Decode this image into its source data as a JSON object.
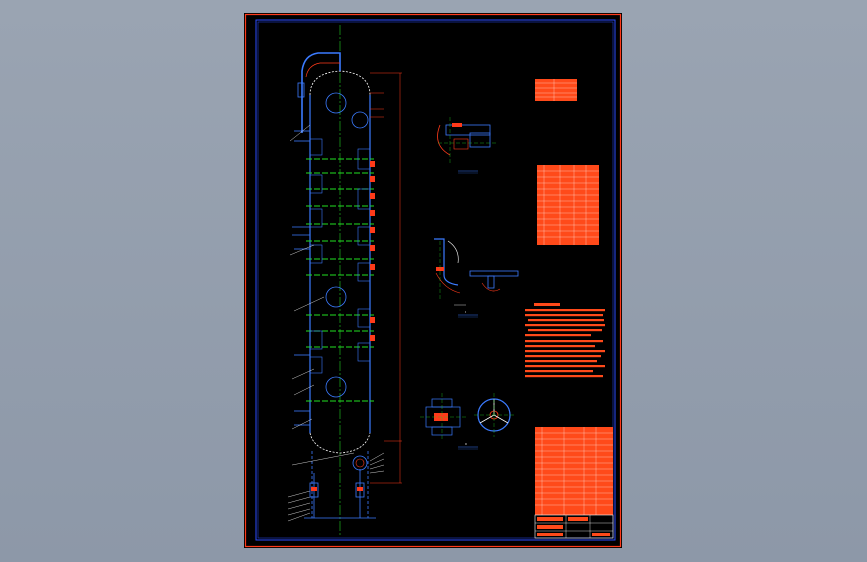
{
  "colors": {
    "background": "#8f9aaa",
    "sheet": "#000000",
    "outer_border": "#ff3a1a",
    "inner_border": "#2b4dff",
    "vessel_outline": "#3b7bff",
    "centerline": "#22cc22",
    "tray": "#22e022",
    "dimension": "#ff3a1a",
    "table_fill": "#ff4a1a",
    "highlight": "#ffffff"
  },
  "detail_captions": {
    "detail_one_label": "I",
    "detail_two_label": "II"
  },
  "icons": {
    "vessel": "distillation-column-drawing",
    "tables": "parts-list-table"
  }
}
